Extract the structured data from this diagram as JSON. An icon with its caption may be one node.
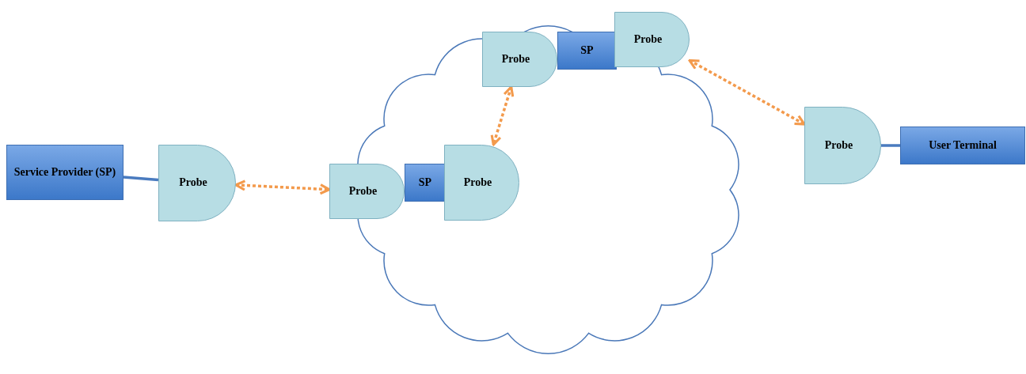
{
  "diagram": {
    "nodes": [
      {
        "text": [],
        "shape": "cloud"
      },
      {
        "text": [
          "Service Provider (SP)"
        ]
      },
      {
        "text": [
          "Probe"
        ]
      },
      {
        "text": [
          "Probe"
        ]
      },
      {
        "text": [
          "SP"
        ],
        "in": 0
      },
      {
        "text": [
          "Probe"
        ],
        "in": 0
      },
      {
        "text": [
          "Probe"
        ],
        "in": 0
      },
      {
        "text": [
          "SP"
        ],
        "in": 0
      },
      {
        "text": [
          "Probe"
        ]
      },
      {
        "text": [
          "Probe"
        ]
      },
      {
        "text": [
          "User Terminal"
        ]
      }
    ],
    "edges": [
      {
        "from": 1,
        "to": 2,
        "arrow": "none",
        "color": "#4a7bbf"
      },
      {
        "from": 2,
        "to": 3,
        "arrow": "both",
        "style": "dashed"
      },
      {
        "from": 6,
        "to": 5,
        "arrow": "both",
        "style": "dashed"
      },
      {
        "from": 8,
        "to": 9,
        "arrow": "both",
        "style": "dashed"
      },
      {
        "from": 9,
        "to": 10,
        "arrow": "none",
        "color": "#4a7bbf"
      }
    ]
  }
}
